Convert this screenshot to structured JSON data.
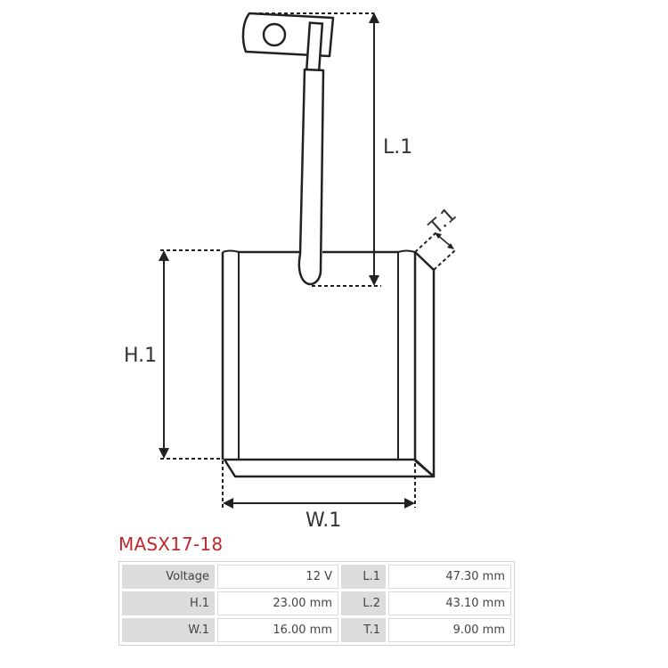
{
  "drawing": {
    "labels": {
      "length": "L.1",
      "height": "H.1",
      "width": "W.1",
      "thickness": "T.1"
    }
  },
  "part": {
    "code": "MASX17-18"
  },
  "specs": {
    "rows": [
      {
        "left_label": "Voltage",
        "left_value": "12 V",
        "right_label": "L.1",
        "right_value": "47.30 mm"
      },
      {
        "left_label": "H.1",
        "left_value": "23.00 mm",
        "right_label": "L.2",
        "right_value": "43.10 mm"
      },
      {
        "left_label": "W.1",
        "left_value": "16.00 mm",
        "right_label": "T.1",
        "right_value": "9.00 mm"
      }
    ]
  },
  "colors": {
    "title": "#c0272d",
    "line": "#222222",
    "label_cell": "#dcdcdc"
  }
}
